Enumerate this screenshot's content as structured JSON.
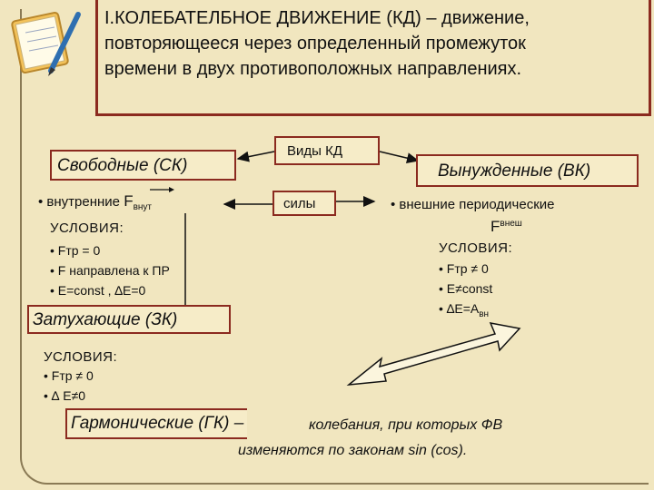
{
  "title": {
    "line1": "I.КОЛЕБАТЕЛБНОЕ ДВИЖЕНИЕ (КД) – движение,",
    "line2": "повторяющееся через определенный промежуток",
    "line3": "времени в двух противоположных направлениях."
  },
  "center": {
    "kinds": "Виды КД",
    "forces": "силы"
  },
  "free": {
    "title": "Свободные (СК)",
    "force_prefix": "• внутренние ",
    "force_symbol": "F",
    "force_sub": "внут",
    "conditions_label": "УСЛОВИЯ:",
    "conditions": [
      "• Fтр = 0",
      "• F направлена к ПР",
      "• E=const , ∆E=0"
    ]
  },
  "forced": {
    "title": "Вынужденные (ВК)",
    "force_text": "• внешние периодические",
    "force_symbol": "F",
    "force_sup": "внеш",
    "conditions_label": "УСЛОВИЯ:",
    "conditions": [
      "• Fтр ≠ 0",
      "• E≠const",
      "• ∆E=A"
    ],
    "last_sub": "вн"
  },
  "damped": {
    "title": "Затухающие (ЗК)",
    "conditions_label": "УСЛОВИЯ:",
    "conditions": [
      "• Fтр ≠ 0",
      "• ∆ E≠0"
    ]
  },
  "harmonic": {
    "title": "Гармонические (ГК) –",
    "desc_line1": "колебания, при которых ФВ",
    "desc_line2": "изменяются по законам sin (cos)."
  },
  "colors": {
    "border": "#8b2a1f",
    "background": "#f1e6bf",
    "box": "#f6ecc8"
  },
  "icons": [
    "notepad-pencil-icon",
    "double-arrow-icon"
  ]
}
